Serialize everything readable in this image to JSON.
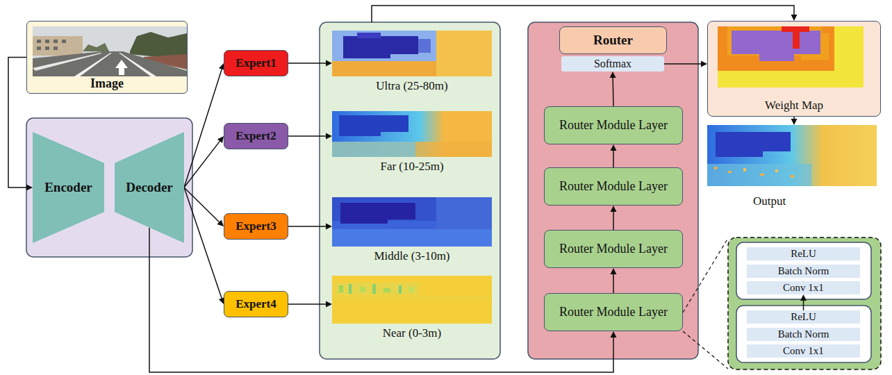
{
  "diagram": {
    "nodes": [
      {
        "text": [
          "Image"
        ]
      },
      {
        "text": [
          "Encoder"
        ]
      },
      {
        "text": [
          "Decoder"
        ]
      },
      {
        "text": [
          "Expert1"
        ]
      },
      {
        "text": [
          "Expert2"
        ]
      },
      {
        "text": [
          "Expert3"
        ]
      },
      {
        "text": [
          "Expert4"
        ]
      },
      {
        "text": [
          "Ultra (25-80m)"
        ]
      },
      {
        "text": [
          "Far (10-25m)"
        ]
      },
      {
        "text": [
          "Middle (3-10m)"
        ]
      },
      {
        "text": [
          "Near (0-3m)"
        ]
      },
      {
        "text": [
          "Router"
        ]
      },
      {
        "text": [
          "Softmax"
        ]
      },
      {
        "text": [
          "Router Module Layer"
        ]
      },
      {
        "text": [
          "Router Module Layer"
        ]
      },
      {
        "text": [
          "Router Module Layer"
        ]
      },
      {
        "text": [
          "Router Module Layer"
        ]
      },
      {
        "text": [
          "Weight Map"
        ]
      },
      {
        "text": [
          "Output"
        ]
      },
      {
        "text": [
          "ReLU"
        ]
      },
      {
        "text": [
          "Batch Norm"
        ]
      },
      {
        "text": [
          "Conv 1x1"
        ]
      },
      {
        "text": [
          "ReLU"
        ]
      },
      {
        "text": [
          "Batch Norm"
        ]
      },
      {
        "text": [
          "Conv 1x1"
        ]
      }
    ],
    "edges": [
      {
        "from": 0,
        "to": 1,
        "arrow": "to"
      },
      {
        "from": 2,
        "to": 3,
        "arrow": "to"
      },
      {
        "from": 2,
        "to": 4,
        "arrow": "to"
      },
      {
        "from": 2,
        "to": 5,
        "arrow": "to"
      },
      {
        "from": 2,
        "to": 6,
        "arrow": "to"
      },
      {
        "from": 3,
        "to": 7,
        "arrow": "to"
      },
      {
        "from": 4,
        "to": 8,
        "arrow": "to"
      },
      {
        "from": 5,
        "to": 9,
        "arrow": "to"
      },
      {
        "from": 6,
        "to": 10,
        "arrow": "to"
      },
      {
        "from": 2,
        "to": 16,
        "arrow": "to"
      },
      {
        "from": 16,
        "to": 15,
        "arrow": "to"
      },
      {
        "from": 15,
        "to": 14,
        "arrow": "to"
      },
      {
        "from": 14,
        "to": 13,
        "arrow": "to"
      },
      {
        "from": 13,
        "to": 12,
        "arrow": "to"
      },
      {
        "from": 12,
        "to": 17,
        "arrow": "to"
      },
      {
        "from": 17,
        "to": 18,
        "arrow": "to"
      },
      {
        "from": 22,
        "to": 21,
        "arrow": "to"
      }
    ]
  }
}
